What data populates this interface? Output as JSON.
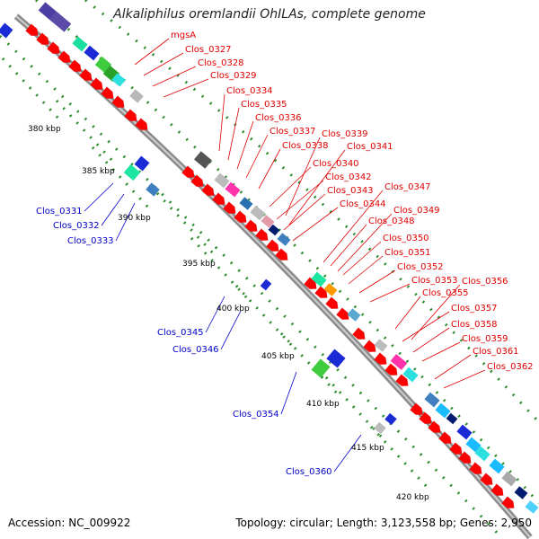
{
  "title": "Alkaliphilus oremlandii OhILAs, complete genome",
  "accession": "Accession: NC_009922",
  "topology": "Topology: circular; Length: 3,123,558 bp; Genes: 2,950",
  "colors": {
    "backbone": "#8c8c8c",
    "forward_label": "#e00000",
    "reverse_label": "#0000cc",
    "tick_dots": "#2e8b2e",
    "forward_gene": "#ff0000",
    "reverse_gene": "#0000ff"
  },
  "kbp_ticks": [
    "380 kbp",
    "385 kbp",
    "390 kbp",
    "395 kbp",
    "400 kbp",
    "405 kbp",
    "410 kbp",
    "415 kbp",
    "420 kbp"
  ],
  "forward_labels": [
    "mgsA",
    "Clos_0327",
    "Clos_0328",
    "Clos_0329",
    "Clos_0334",
    "Clos_0335",
    "Clos_0336",
    "Clos_0337",
    "Clos_0338",
    "Clos_0339",
    "Clos_0341",
    "Clos_0340",
    "Clos_0342",
    "Clos_0343",
    "Clos_0344",
    "Clos_0347",
    "Clos_0349",
    "Clos_0348",
    "Clos_0350",
    "Clos_0351",
    "Clos_0352",
    "Clos_0353",
    "Clos_0356",
    "Clos_0355",
    "Clos_0357",
    "Clos_0358",
    "Clos_0359",
    "Clos_0361",
    "Clos_0362"
  ],
  "reverse_labels": [
    "Clos_0331",
    "Clos_0332",
    "Clos_0333",
    "Clos_0345",
    "Clos_0346",
    "Clos_0354",
    "Clos_0360"
  ]
}
